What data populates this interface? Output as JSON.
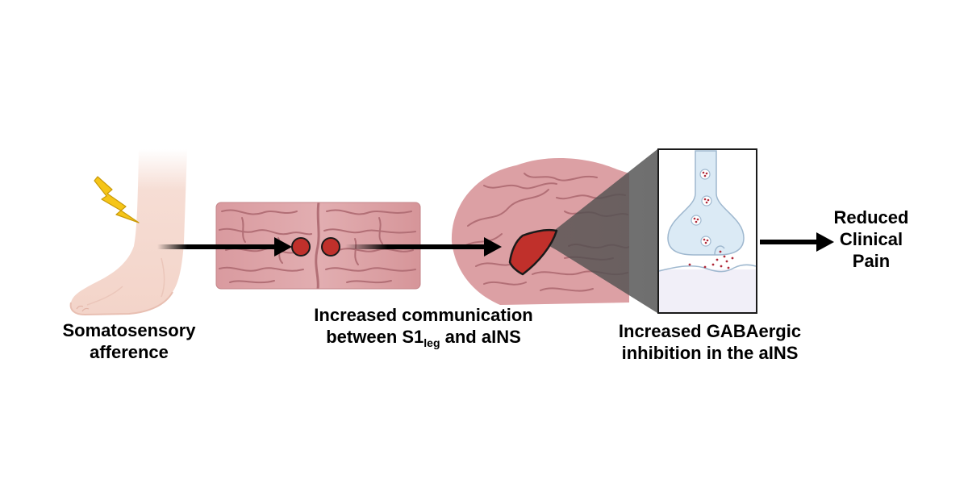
{
  "labels": {
    "somatosensory": {
      "line1": "Somatosensory",
      "line2": "afference"
    },
    "communication": {
      "line1": "Increased communication",
      "line2_prefix": "between S1",
      "line2_sub": "leg",
      "line2_suffix": " and aINS"
    },
    "gaba": {
      "line1": "Increased GABAergic",
      "line2": "inhibition in the aINS"
    },
    "outcome": {
      "line1": "Reduced",
      "line2": "Clinical",
      "line3": "Pain"
    }
  },
  "colors": {
    "skin": "#f6ddd4",
    "brain": "#dca0a4",
    "brain_fold": "#b26f76",
    "region": "#c0302b",
    "lightning": "#f5c518",
    "synapse_fill": "#dbeaf5",
    "synapse_stroke": "#9fb8cf",
    "vesicle_dot": "#b02a3a",
    "arrow": "#000000"
  },
  "icons": {
    "leg": "leg-foot-icon",
    "pain": "lightning-icon",
    "brain_top": "brain-top-view-icon",
    "brain_side": "brain-side-view-icon",
    "synapse": "synapse-icon"
  }
}
